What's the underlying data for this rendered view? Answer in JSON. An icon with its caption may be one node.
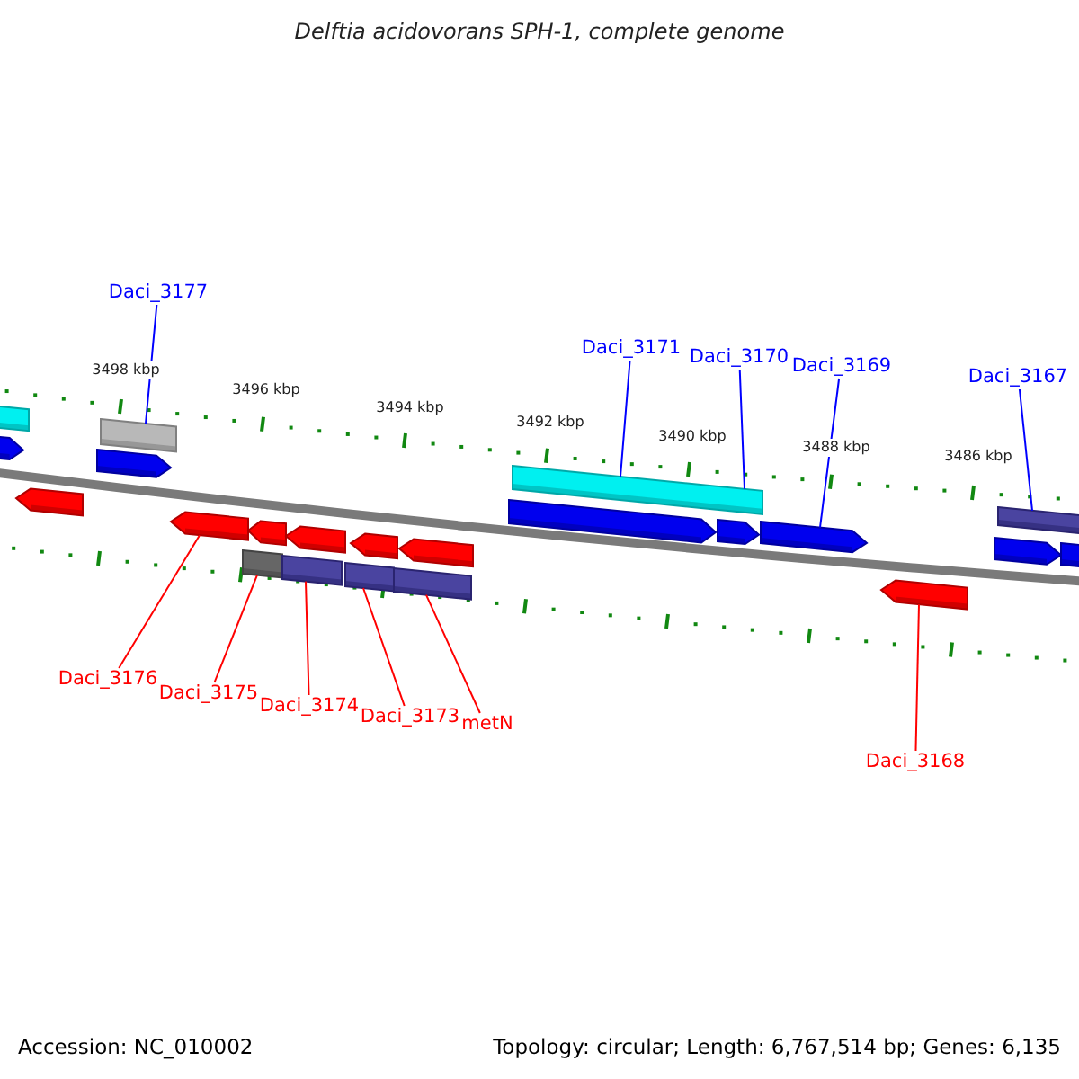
{
  "diagram": {
    "title": "Delftia acidovorans SPH-1, complete genome",
    "nodes": [
      {
        "text": [
          "Daci_3177"
        ]
      },
      {
        "text": [
          "Daci_3171"
        ]
      },
      {
        "text": [
          "Daci_3170"
        ]
      },
      {
        "text": [
          "Daci_3169"
        ]
      },
      {
        "text": [
          "Daci_3167"
        ]
      },
      {
        "text": [
          "Daci_3176"
        ]
      },
      {
        "text": [
          "Daci_3175"
        ]
      },
      {
        "text": [
          "Daci_3174"
        ]
      },
      {
        "text": [
          "Daci_3173"
        ]
      },
      {
        "text": [
          "metN"
        ]
      },
      {
        "text": [
          "Daci_3168"
        ]
      },
      {
        "text": [],
        "shape": "bar"
      },
      {
        "text": [],
        "shape": "arrow"
      },
      {
        "text": [],
        "shape": "arrow"
      },
      {
        "text": [],
        "shape": "arrow"
      },
      {
        "text": [],
        "shape": "bar"
      },
      {
        "text": [],
        "shape": "arrow"
      },
      {
        "text": [],
        "shape": "bar"
      },
      {
        "text": [],
        "shape": "arrow"
      },
      {
        "text": [],
        "shape": "bar"
      },
      {
        "text": [],
        "shape": "arrow"
      },
      {
        "text": [],
        "shape": "bar"
      },
      {
        "text": [],
        "shape": "arrow"
      },
      {
        "text": [],
        "shape": "bar"
      },
      {
        "text": [],
        "shape": "arrow"
      },
      {
        "text": [],
        "shape": "arrow"
      },
      {
        "text": [],
        "shape": "bar"
      },
      {
        "text": [],
        "shape": "arrow"
      },
      {
        "text": [],
        "shape": "arrow"
      },
      {
        "text": [],
        "shape": "arrow"
      },
      {
        "text": [],
        "shape": "arrow"
      },
      {
        "text": [],
        "shape": "bar"
      },
      {
        "text": [],
        "shape": "arrow"
      }
    ],
    "edges": [
      {
        "from": 0,
        "to": 15,
        "arrow": "none",
        "color": "#0000ff"
      },
      {
        "from": 1,
        "to": 26,
        "arrow": "none",
        "color": "#0000ff"
      },
      {
        "from": 2,
        "to": 26,
        "arrow": "none",
        "color": "#0000ff"
      },
      {
        "from": 3,
        "to": 28,
        "arrow": "none",
        "color": "#0000ff"
      },
      {
        "from": 4,
        "to": 31,
        "arrow": "none",
        "color": "#0000ff"
      },
      {
        "from": 5,
        "to": 16,
        "arrow": "none"
      },
      {
        "from": 6,
        "to": 17,
        "arrow": "none"
      },
      {
        "from": 7,
        "to": 19,
        "arrow": "none"
      },
      {
        "from": 8,
        "to": 21,
        "arrow": "none"
      },
      {
        "from": 9,
        "to": 23,
        "arrow": "none"
      },
      {
        "from": 10,
        "to": 29,
        "arrow": "none"
      }
    ],
    "labels": [
      "3498 kbp",
      "3496 kbp",
      "3494 kbp",
      "3492 kbp",
      "3490 kbp",
      "3488 kbp",
      "3486 kbp",
      "Accession: NC_010002",
      "Topology: circular; Length: 6,767,514 bp; Genes: 6,135"
    ]
  }
}
